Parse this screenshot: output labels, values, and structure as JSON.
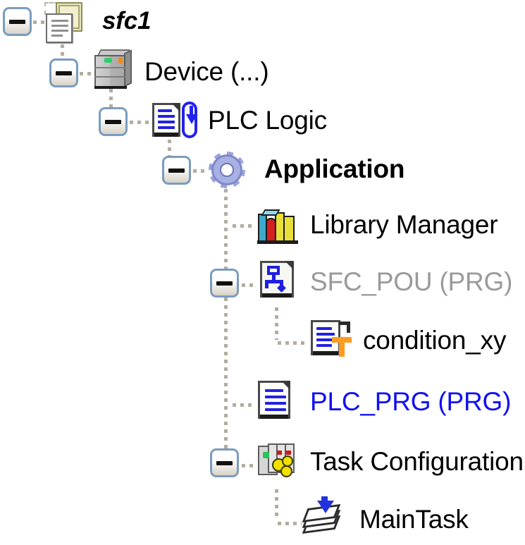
{
  "tree": {
    "title": "CODESYS Project Tree",
    "nodes": [
      {
        "id": "sfc1",
        "label": "sfc1",
        "icon": "project-icon",
        "expander": "minus",
        "style": "italic",
        "color": "#000000",
        "depth": 0
      },
      {
        "id": "device",
        "label": "Device (...)",
        "icon": "device-icon",
        "expander": "minus",
        "style": "normal",
        "color": "#000000",
        "depth": 1
      },
      {
        "id": "plc-logic",
        "label": "PLC Logic",
        "icon": "plc-logic-icon",
        "expander": "minus",
        "style": "normal",
        "color": "#000000",
        "depth": 2
      },
      {
        "id": "application",
        "label": "Application",
        "icon": "gear-icon",
        "expander": "minus",
        "style": "bold",
        "color": "#000000",
        "depth": 3
      },
      {
        "id": "library-manager",
        "label": "Library Manager",
        "icon": "library-manager-icon",
        "expander": "none",
        "style": "normal",
        "color": "#000000",
        "depth": 4
      },
      {
        "id": "sfc-pou",
        "label": "SFC_POU (PRG)",
        "icon": "sfc-pou-icon",
        "expander": "minus",
        "style": "normal",
        "color": "#9a9a9a",
        "depth": 4
      },
      {
        "id": "condition-xy",
        "label": "condition_xy",
        "icon": "condition-icon",
        "expander": "none",
        "style": "normal",
        "color": "#000000",
        "depth": 5
      },
      {
        "id": "plc-prg",
        "label": "PLC_PRG (PRG)",
        "icon": "plc-prg-icon",
        "expander": "none",
        "style": "normal",
        "color": "#1010f0",
        "depth": 4
      },
      {
        "id": "task-configuration",
        "label": "Task Configuration",
        "icon": "task-configuration-icon",
        "expander": "minus",
        "style": "normal",
        "color": "#000000",
        "depth": 4
      },
      {
        "id": "main-task",
        "label": "MainTask",
        "icon": "main-task-icon",
        "expander": "none",
        "style": "normal",
        "color": "#000000",
        "depth": 5
      }
    ]
  },
  "colors": {
    "background": "#ffffff",
    "text": "#000000",
    "disabled_text": "#9a9a9a",
    "link_text": "#1010f0",
    "connector": "#b3ada0",
    "expander_border": "#7b9cbd"
  }
}
